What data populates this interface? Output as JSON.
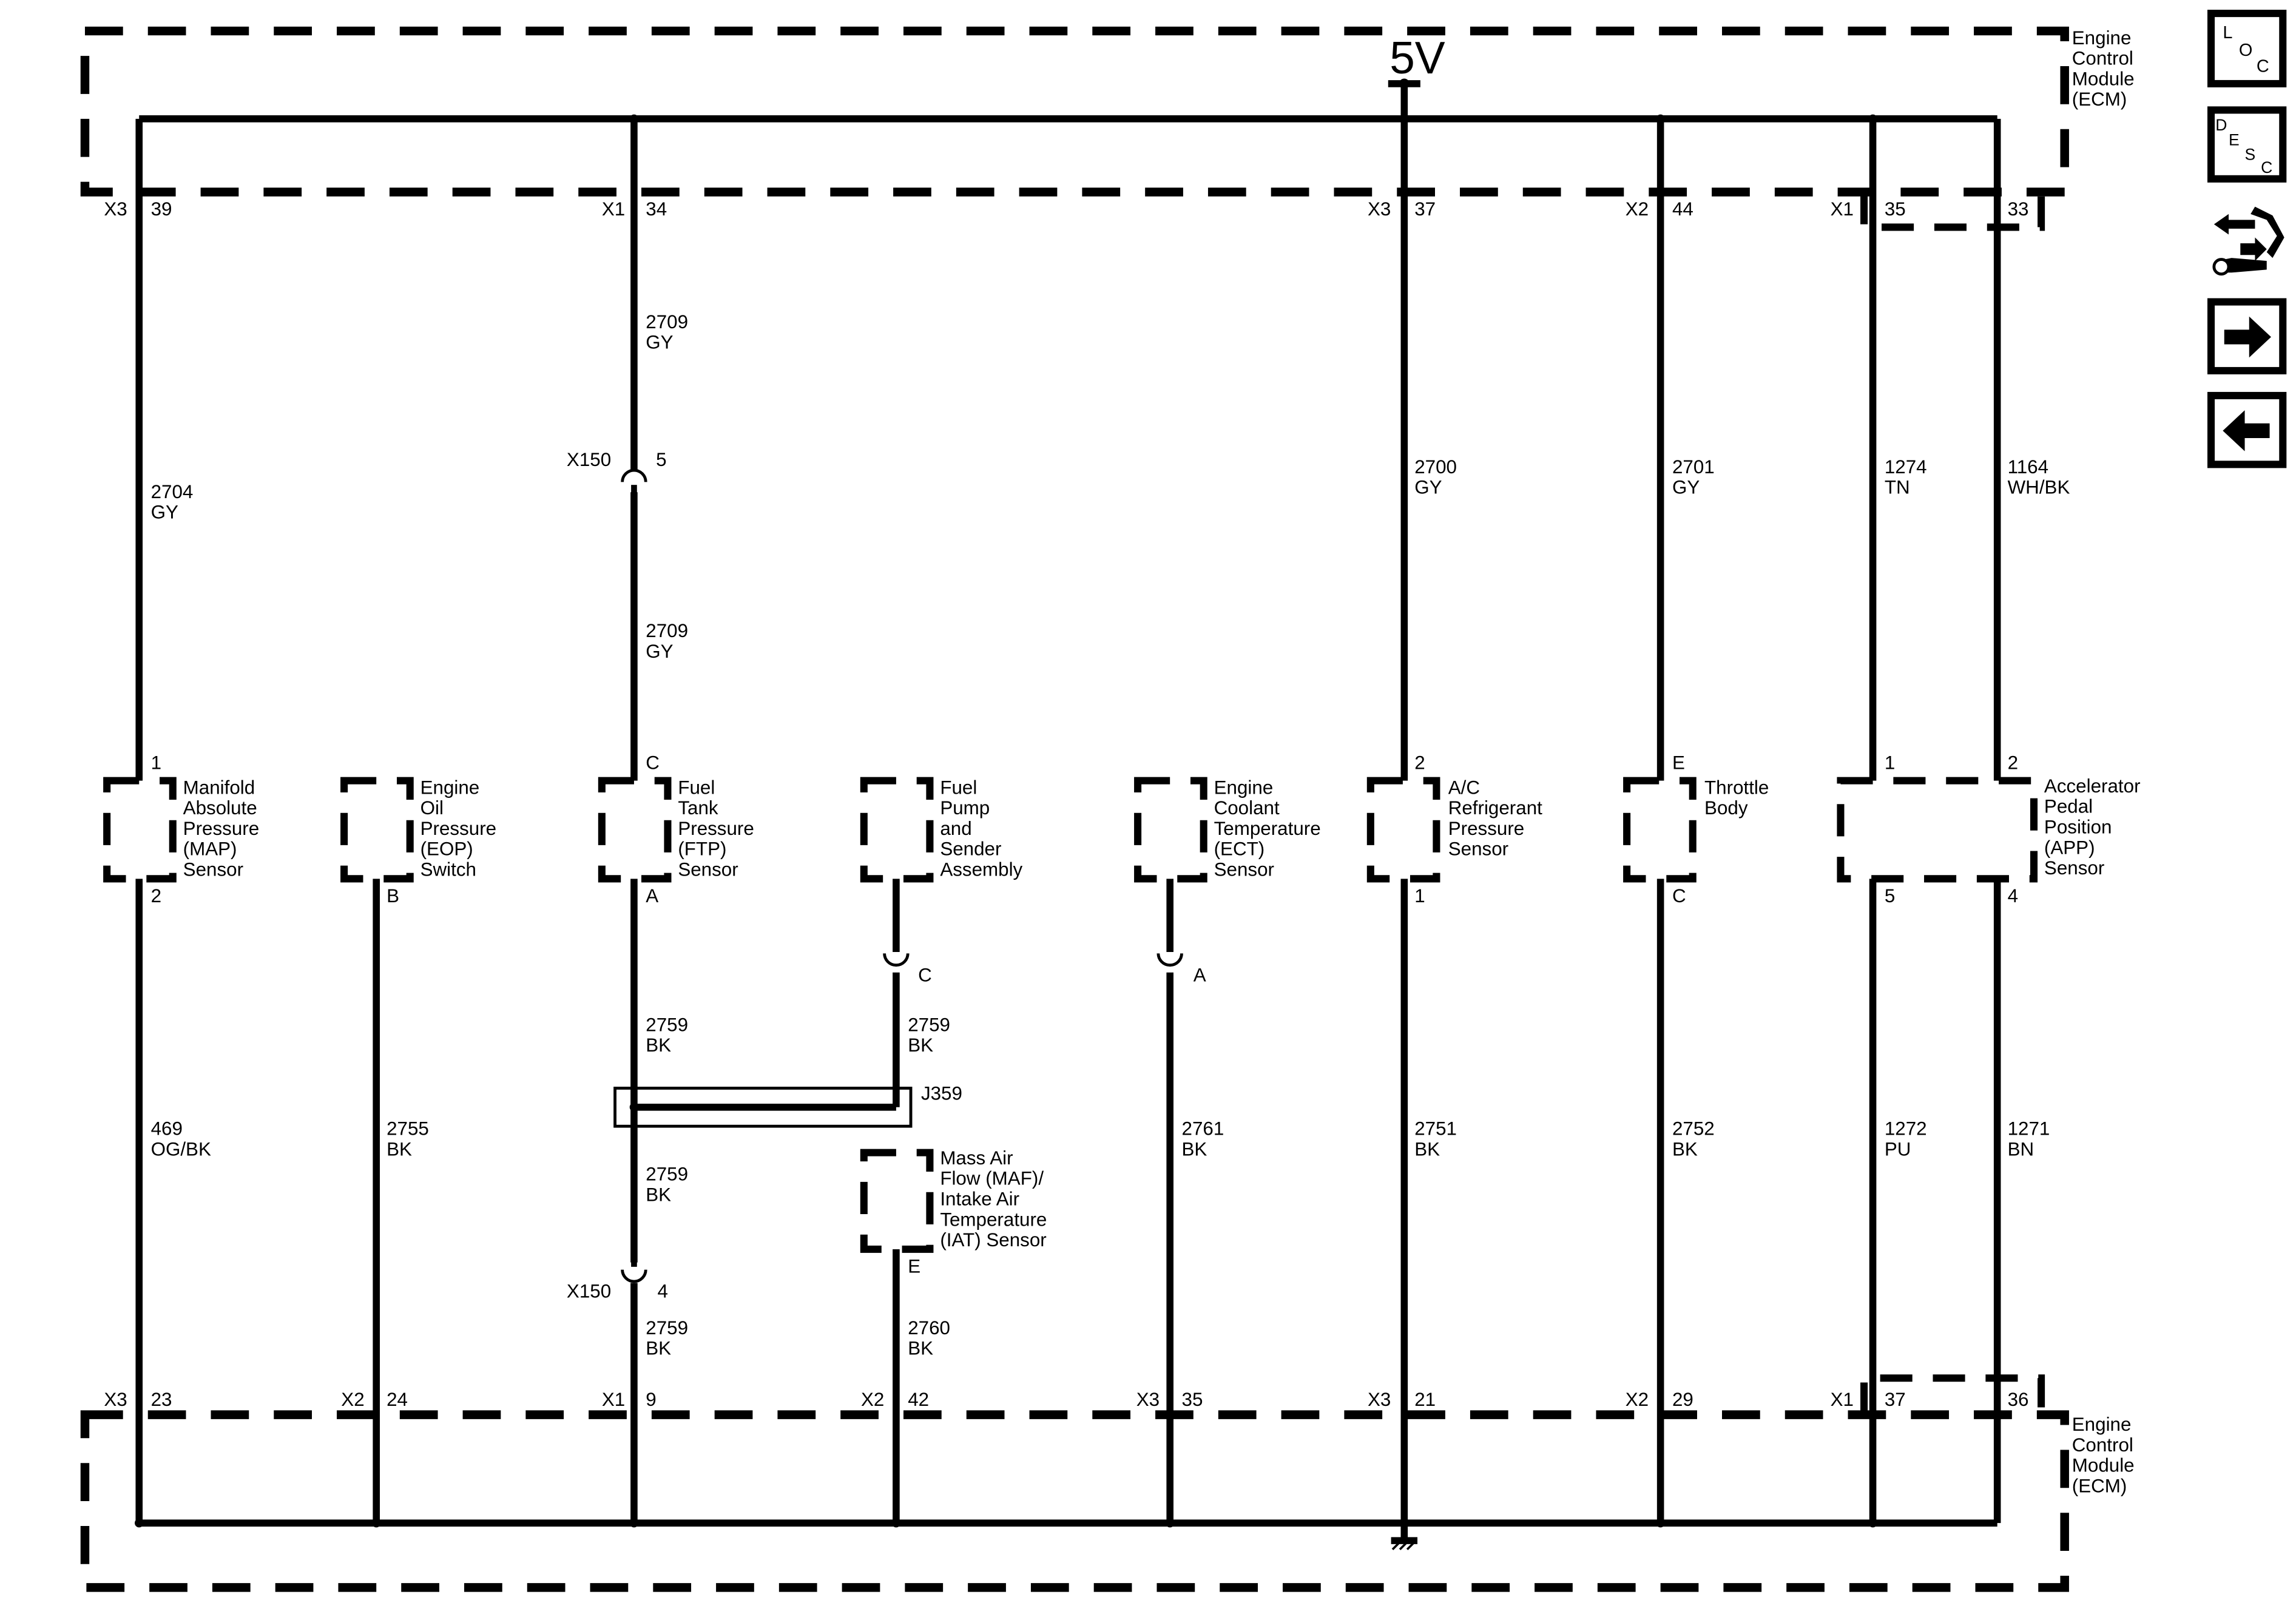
{
  "ecm": {
    "top_label": [
      "Engine",
      "Control",
      "Module",
      "(ECM)"
    ],
    "bottom_label": [
      "Engine",
      "Control",
      "Module",
      "(ECM)"
    ],
    "supply": "5V"
  },
  "top_pins": [
    {
      "conn": "X3",
      "pin": "39"
    },
    {
      "conn": "X1",
      "pin": "34"
    },
    {
      "conn": "X3",
      "pin": "37"
    },
    {
      "conn": "X2",
      "pin": "44"
    },
    {
      "conn": "X1",
      "pin": "35"
    },
    {
      "pin": "33"
    }
  ],
  "bottom_pins": [
    {
      "conn": "X3",
      "pin": "23"
    },
    {
      "conn": "X2",
      "pin": "24"
    },
    {
      "conn": "X1",
      "pin": "9"
    },
    {
      "conn": "X2",
      "pin": "42"
    },
    {
      "conn": "X3",
      "pin": "35"
    },
    {
      "conn": "X3",
      "pin": "21"
    },
    {
      "conn": "X2",
      "pin": "29"
    },
    {
      "conn": "X1",
      "pin": "37"
    },
    {
      "pin": "36"
    }
  ],
  "wires": [
    {
      "circuit": "2704",
      "color": "GY"
    },
    {
      "circuit": "2709",
      "color": "GY"
    },
    {
      "circuit": "2709",
      "color": "GY"
    },
    {
      "circuit": "2700",
      "color": "GY"
    },
    {
      "circuit": "2701",
      "color": "GY"
    },
    {
      "circuit": "1274",
      "color": "TN"
    },
    {
      "circuit": "1164",
      "color": "WH/BK"
    },
    {
      "circuit": "469",
      "color": "OG/BK"
    },
    {
      "circuit": "2755",
      "color": "BK"
    },
    {
      "circuit": "2759",
      "color": "BK"
    },
    {
      "circuit": "2759",
      "color": "BK"
    },
    {
      "circuit": "2759",
      "color": "BK"
    },
    {
      "circuit": "2759",
      "color": "BK"
    },
    {
      "circuit": "2760",
      "color": "BK"
    },
    {
      "circuit": "2761",
      "color": "BK"
    },
    {
      "circuit": "2751",
      "color": "BK"
    },
    {
      "circuit": "2752",
      "color": "BK"
    },
    {
      "circuit": "1272",
      "color": "PU"
    },
    {
      "circuit": "1271",
      "color": "BN"
    }
  ],
  "inline_connectors": [
    {
      "name": "X150",
      "pin": "5"
    },
    {
      "name": "X150",
      "pin": "4"
    },
    {
      "pin": "C"
    },
    {
      "pin": "A"
    }
  ],
  "splice": "J359",
  "components": [
    {
      "lines": [
        "Manifold",
        "Absolute",
        "Pressure",
        "(MAP)",
        "Sensor"
      ],
      "pin_top": "1",
      "pin_bottom": "2"
    },
    {
      "lines": [
        "Engine",
        "Oil",
        "Pressure",
        "(EOP)",
        "Switch"
      ],
      "pin_bottom": "B"
    },
    {
      "lines": [
        "Fuel",
        "Tank",
        "Pressure",
        "(FTP)",
        "Sensor"
      ],
      "pin_top": "C",
      "pin_bottom": "A"
    },
    {
      "lines": [
        "Fuel",
        "Pump",
        "and",
        "Sender",
        "Assembly"
      ]
    },
    {
      "lines": [
        "Engine",
        "Coolant",
        "Temperature",
        "(ECT)",
        "Sensor"
      ]
    },
    {
      "lines": [
        "A/C",
        "Refrigerant",
        "Pressure",
        "Sensor"
      ],
      "pin_top": "2",
      "pin_bottom": "1"
    },
    {
      "lines": [
        "Throttle",
        "Body"
      ],
      "pin_top": "E",
      "pin_bottom": "C"
    },
    {
      "lines": [
        "Accelerator",
        "Pedal",
        "Position",
        "(APP)",
        "Sensor"
      ],
      "pin_top1": "1",
      "pin_top2": "2",
      "pin_bottom1": "5",
      "pin_bottom2": "4"
    },
    {
      "lines": [
        "Mass Air",
        "Flow (MAF)/",
        "Intake Air",
        "Temperature",
        "(IAT) Sensor"
      ],
      "pin_bottom": "E"
    }
  ],
  "nav": {
    "loc": [
      "L",
      "O",
      "C"
    ],
    "desc": [
      "D",
      "E",
      "S",
      "C"
    ],
    "icons": [
      "connector-wrench-icon",
      "arrow-right-icon",
      "arrow-left-icon"
    ]
  }
}
